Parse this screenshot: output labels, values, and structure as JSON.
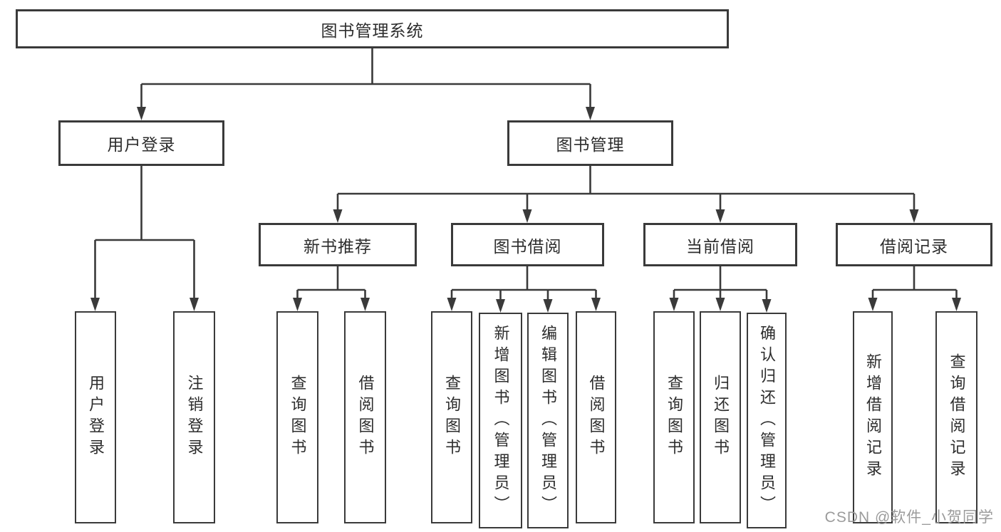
{
  "diagram": {
    "title": "图书管理系统",
    "root": {
      "label": "图书管理系统"
    },
    "level2": {
      "user_login": {
        "label": "用户登录"
      },
      "book_management": {
        "label": "图书管理"
      }
    },
    "level3": {
      "new_book_recommend": {
        "label": "新书推荐"
      },
      "book_borrow": {
        "label": "图书借阅"
      },
      "current_borrow": {
        "label": "当前借阅"
      },
      "borrow_records": {
        "label": "借阅记录"
      }
    },
    "leaves": {
      "user_login": [
        "用户登录",
        "注销登录"
      ],
      "new_book_recommend": [
        "查询图书",
        "借阅图书"
      ],
      "book_borrow": [
        "查询图书",
        "新增图书（管理员）",
        "编辑图书（管理员）",
        "借阅图书"
      ],
      "current_borrow": [
        "查询图书",
        "归还图书",
        "确认归还（管理员）"
      ],
      "borrow_records": [
        "新增借阅记录",
        "查询借阅记录"
      ]
    }
  },
  "watermark": {
    "text": "CSDN @软件_小贺同学"
  },
  "colors": {
    "line": "#3a3a3a",
    "border": "#3a3a3a",
    "text": "#2d2d2d",
    "background": "#ffffff",
    "watermark": "#9b9b9b"
  }
}
